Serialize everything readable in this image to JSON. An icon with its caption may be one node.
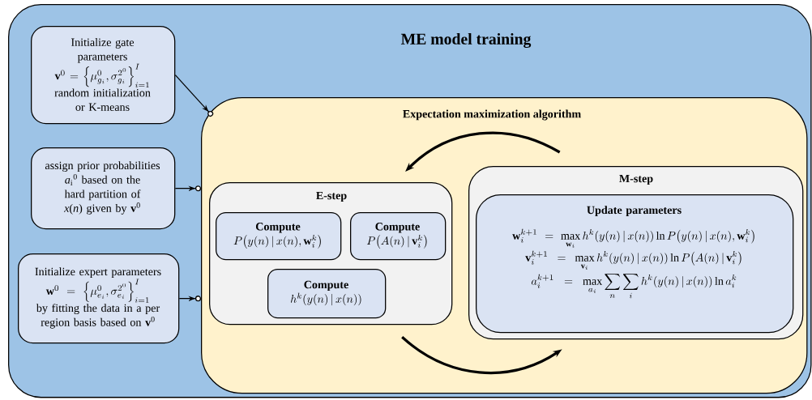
{
  "diagram": {
    "nodes": [
      {
        "text": [
          "ME model training"
        ]
      },
      {
        "text": [
          "Initialize gate parameters",
          "\\mathbf{v}^0=\\left\\{\\mu_{g_i}^0,\\sigma_{g_i}^{2^0}\\right\\}_{i=1}^{I}",
          "random initialization or K-means"
        ],
        "in": 0
      },
      {
        "text": [
          "assign prior probabilities *a*$_{i}$$^{0}$ based on the hard partition of *x*(*n*) given by **v**$^{0}$"
        ],
        "in": 0
      },
      {
        "text": [
          "Initialize expert parameters",
          "\\mathbf{w}^0=\\left\\{\\mu_{e_i}^0,\\sigma_{e_i}^{2^0}\\right\\}_{i=1}^{I}",
          "by fitting the data in a per region basis based on **v**$^{0}$"
        ],
        "in": 0
      },
      {
        "text": [
          "Expectation maximization algorithm"
        ],
        "in": 0
      },
      {
        "text": [
          "E-step"
        ],
        "in": 4
      },
      {
        "text": [
          "Compute",
          "P\\big(y(n)\\,|\\,x(n),\\mathbf{w}_i^k\\big)"
        ],
        "in": 5
      },
      {
        "text": [
          "Compute",
          "P\\big(A(n)\\,|\\,\\mathbf{v}_i^k\\big)"
        ],
        "in": 5
      },
      {
        "text": [
          "Compute",
          "h^k(y(n)\\,|\\,x(n))"
        ],
        "in": 5
      },
      {
        "text": [
          "M-step"
        ],
        "in": 4
      },
      {
        "text": [
          "Update parameters",
          "\\mathbf{w}_i^{k+1}=\\max_{\\mathbf{w}_i} h^k(y(n)\\,|\\,x(n))\\ln P\\big(y(n)\\,|\\,x(n),\\mathbf{w}_i^k\\big)",
          "\\mathbf{v}_i^{k+1}=\\max_{\\mathbf{v}_i} h^k(y(n)\\,|\\,x(n))\\ln P\\big(A(n)\\,|\\,\\mathbf{v}_i^k\\big)",
          "a_i^{k+1}=\\max_{a_i}\\sum_n\\sum_i h^k(y(n)\\,|\\,x(n))\\ln a_i^k"
        ],
        "in": 9
      }
    ],
    "edges": [
      {
        "from": 1,
        "to": 4,
        "arrow": "to"
      },
      {
        "from": 2,
        "to": 4,
        "arrow": "to"
      },
      {
        "from": 3,
        "to": 4,
        "arrow": "to"
      },
      {
        "from": 9,
        "to": 5,
        "arrow": "to",
        "style": "thick"
      },
      {
        "from": 5,
        "to": 9,
        "arrow": "to",
        "style": "thick"
      }
    ]
  }
}
